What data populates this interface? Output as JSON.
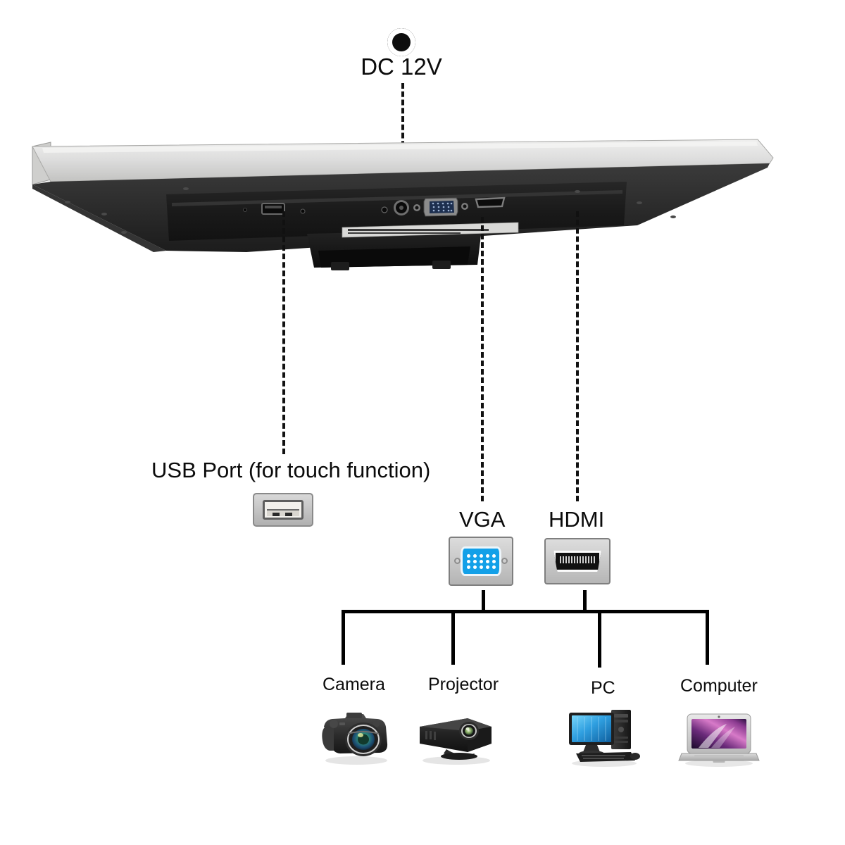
{
  "diagram": {
    "title": "Monitor Port Connection Diagram",
    "background_color": "#ffffff",
    "line_color": "#000000"
  },
  "ports": {
    "dc": {
      "label": "DC 12V",
      "icon": "dc-barrel-jack-icon"
    },
    "usb": {
      "label": "USB Port (for touch function)",
      "icon": "usb-a-connector-icon"
    },
    "vga": {
      "label": "VGA",
      "icon": "vga-connector-icon",
      "color": "#13a0e8",
      "pin_rows": [
        5,
        5,
        5
      ]
    },
    "hdmi": {
      "label": "HDMI",
      "icon": "hdmi-connector-icon",
      "color": "#111111"
    }
  },
  "devices": [
    {
      "label": "Camera",
      "icon": "dslr-camera-icon"
    },
    {
      "label": "Projector",
      "icon": "projector-icon"
    },
    {
      "label": "PC",
      "icon": "desktop-pc-icon"
    },
    {
      "label": "Computer",
      "icon": "laptop-computer-icon"
    }
  ],
  "monitor": {
    "name": "touchscreen-monitor",
    "top_edge_color": "#d5d5d3",
    "body_color": "#2a2a2a",
    "ports_on_body": [
      "usb-a-port",
      "audio-jack-port",
      "dc-power-port",
      "vga-port",
      "hdmi-port"
    ]
  }
}
